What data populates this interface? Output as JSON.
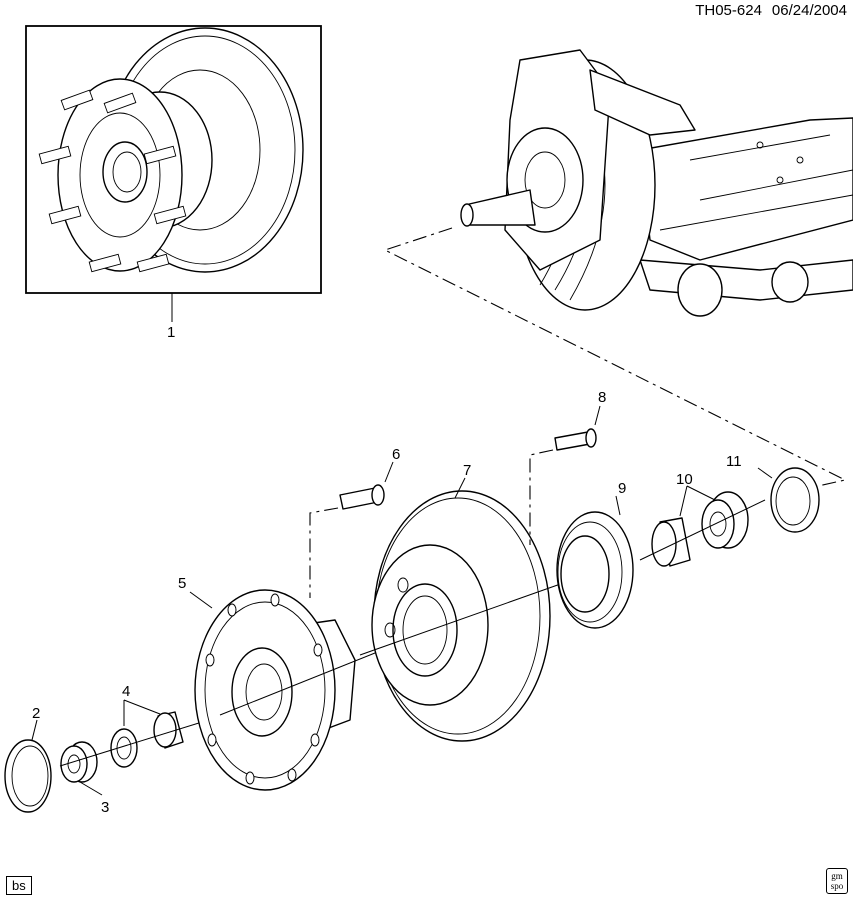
{
  "header": {
    "figure_id": "TH05-624",
    "date": "06/24/2004"
  },
  "footer": {
    "badge": "bs",
    "logo_line1": "gm",
    "logo_line2": "spo"
  },
  "callouts": [
    "1",
    "2",
    "3",
    "4",
    "5",
    "6",
    "7",
    "8",
    "9",
    "10",
    "11"
  ]
}
